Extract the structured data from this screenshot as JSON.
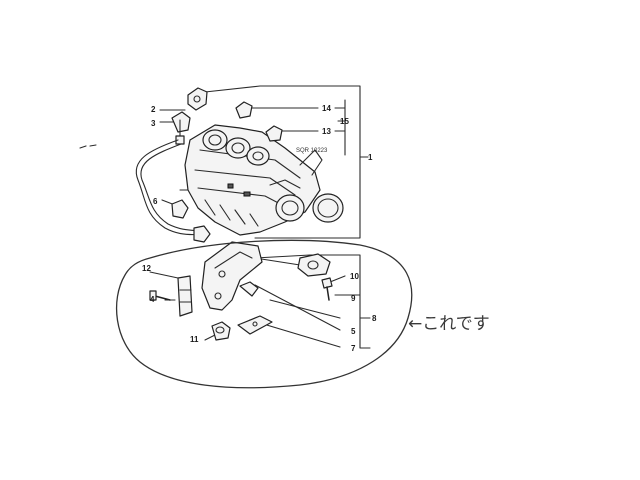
{
  "callouts": {
    "c1": "1",
    "c2": "2",
    "c3": "3",
    "c4": "4",
    "c5": "5",
    "c6": "6",
    "c7": "7",
    "c8": "8",
    "c9": "9",
    "c10": "10",
    "c11": "11",
    "c12": "12",
    "c13": "13",
    "c14": "14",
    "c15": "15"
  },
  "stamp_text": "SQR 10223",
  "handwritten_note": "←これです"
}
